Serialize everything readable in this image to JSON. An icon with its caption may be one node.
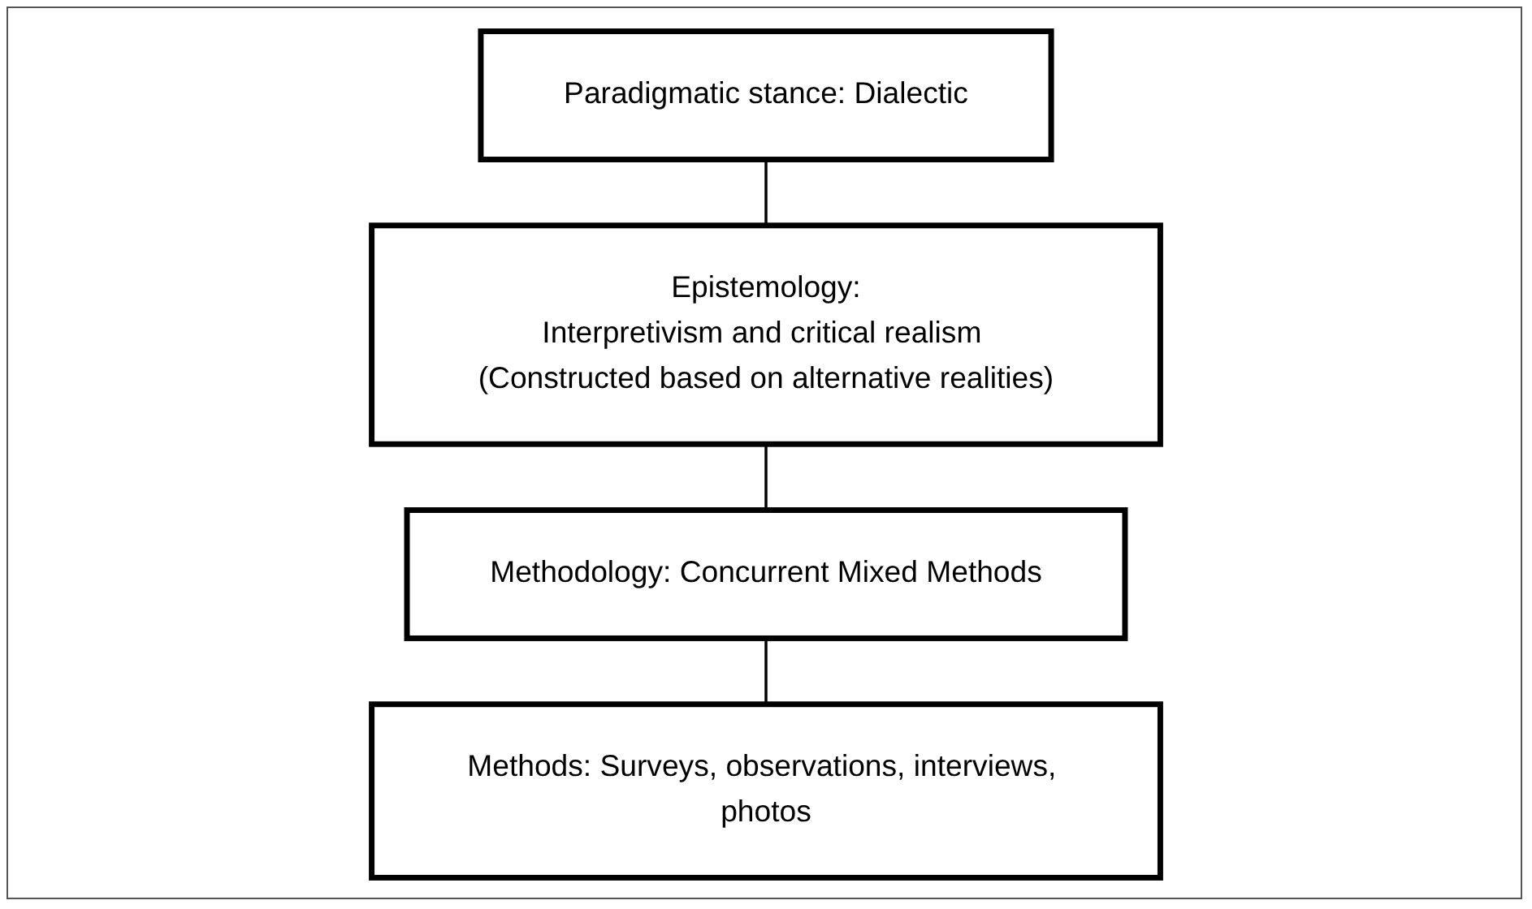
{
  "diagram": {
    "nodes": [
      {
        "text": [
          "Paradigmatic stance: Dialectic"
        ]
      },
      {
        "text": [
          "Epistemology:",
          "Interpretivism and critical realism (Constructed based on alternative realities)"
        ]
      },
      {
        "text": [
          "Methodology: Concurrent Mixed Methods"
        ]
      },
      {
        "text": [
          "Methods: Surveys, observations, interviews, photos"
        ]
      }
    ],
    "edges": [
      {
        "from": 0,
        "to": 1,
        "arrow": "none"
      },
      {
        "from": 1,
        "to": 2,
        "arrow": "none"
      },
      {
        "from": 2,
        "to": 3,
        "arrow": "none"
      }
    ]
  }
}
